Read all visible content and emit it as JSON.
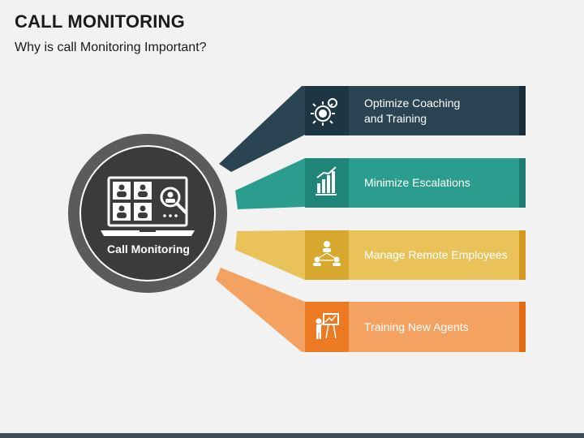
{
  "header": {
    "title": "CALL MONITORING",
    "subtitle": "Why is call Monitoring Important?"
  },
  "center": {
    "label": "Call Monitoring",
    "icon": "video-conference-laptop-icon"
  },
  "items": [
    {
      "label_line1": "Optimize Coaching",
      "label_line2": "and Training",
      "icon": "gears-coaching-icon",
      "color": "#2b4453",
      "icon_bg": "#1e3644",
      "end_color": "#1a2e3a"
    },
    {
      "label_line1": "Minimize Escalations",
      "label_line2": "",
      "icon": "bar-chart-icon",
      "color": "#2a9d8f",
      "icon_bg": "#1f8578",
      "end_color": "#1d7c70"
    },
    {
      "label_line1": "Manage Remote Employees",
      "label_line2": "",
      "icon": "remote-team-icon",
      "color": "#e9c25a",
      "icon_bg": "#d7a72e",
      "end_color": "#d49a1f"
    },
    {
      "label_line1": "Training New Agents",
      "label_line2": "",
      "icon": "presentation-trainer-icon",
      "color": "#f4a261",
      "icon_bg": "#ec7a22",
      "end_color": "#e26c12"
    }
  ]
}
